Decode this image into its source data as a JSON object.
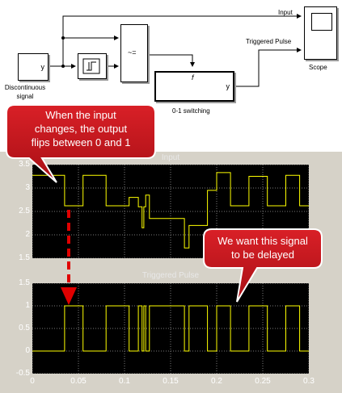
{
  "simulink": {
    "source_block": {
      "port": "y",
      "label": "Discontinuous signal"
    },
    "compare_block": {
      "symbol": "~="
    },
    "switch_block": {
      "trigger_symbol": "f",
      "port": "y",
      "label": "0-1 switching"
    },
    "scope_block": {
      "label": "Scope"
    },
    "signal_labels": {
      "input": "Input",
      "triggered": "Triggered Pulse"
    }
  },
  "callouts": {
    "top": {
      "line1": "When the input",
      "line2": "changes, the output",
      "line3": "flips between 0 and 1"
    },
    "bottom": {
      "line1": "We want this signal",
      "line2": "to be delayed"
    }
  },
  "colors": {
    "callout_fill": "#c2161c",
    "trace": "#ffff00",
    "scope_bg": "#000000",
    "arrow": "#e00000"
  },
  "chart_data": [
    {
      "type": "line",
      "title": "Input",
      "xlabel": "",
      "ylabel": "",
      "xlim": [
        0,
        0.3
      ],
      "ylim": [
        1.5,
        3.5
      ],
      "yticks": [
        "3.5",
        "3",
        "2.5",
        "2",
        "1.5"
      ],
      "yticks_values": [
        3.5,
        3,
        2.5,
        2,
        1.5
      ],
      "grid": true,
      "step_points": [
        [
          0,
          3.27
        ],
        [
          0.035,
          3.27
        ],
        [
          0.035,
          2.62
        ],
        [
          0.055,
          2.62
        ],
        [
          0.055,
          3.27
        ],
        [
          0.08,
          3.27
        ],
        [
          0.08,
          2.62
        ],
        [
          0.105,
          2.62
        ],
        [
          0.105,
          2.8
        ],
        [
          0.115,
          2.8
        ],
        [
          0.115,
          2.6
        ],
        [
          0.119,
          2.6
        ],
        [
          0.119,
          2.15
        ],
        [
          0.121,
          2.15
        ],
        [
          0.121,
          2.6
        ],
        [
          0.123,
          2.6
        ],
        [
          0.123,
          2.85
        ],
        [
          0.127,
          2.85
        ],
        [
          0.127,
          2.35
        ],
        [
          0.165,
          2.35
        ],
        [
          0.165,
          1.72
        ],
        [
          0.17,
          1.72
        ],
        [
          0.17,
          2.2
        ],
        [
          0.19,
          2.2
        ],
        [
          0.19,
          2.95
        ],
        [
          0.2,
          2.95
        ],
        [
          0.2,
          3.33
        ],
        [
          0.215,
          3.33
        ],
        [
          0.215,
          2.62
        ],
        [
          0.235,
          2.62
        ],
        [
          0.235,
          3.25
        ],
        [
          0.255,
          3.25
        ],
        [
          0.255,
          2.62
        ],
        [
          0.275,
          2.62
        ],
        [
          0.275,
          3.27
        ],
        [
          0.29,
          3.27
        ],
        [
          0.29,
          2.62
        ],
        [
          0.3,
          2.62
        ]
      ]
    },
    {
      "type": "line",
      "title": "Triggered Pulse",
      "xlabel": "",
      "ylabel": "",
      "xlim": [
        0,
        0.3
      ],
      "ylim": [
        -0.5,
        1.5
      ],
      "yticks": [
        "1.5",
        "1",
        "0.5",
        "0",
        "-0.5"
      ],
      "yticks_values": [
        1.5,
        1,
        0.5,
        0,
        -0.5
      ],
      "xticks": [
        "0",
        "0.05",
        "0.1",
        "0.15",
        "0.2",
        "0.25",
        "0.3"
      ],
      "xticks_values": [
        0,
        0.05,
        0.1,
        0.15,
        0.2,
        0.25,
        0.3
      ],
      "grid": true,
      "step_points": [
        [
          0,
          0
        ],
        [
          0.035,
          0
        ],
        [
          0.035,
          1
        ],
        [
          0.055,
          1
        ],
        [
          0.055,
          0
        ],
        [
          0.08,
          0
        ],
        [
          0.08,
          1
        ],
        [
          0.105,
          1
        ],
        [
          0.105,
          0
        ],
        [
          0.115,
          0
        ],
        [
          0.115,
          1
        ],
        [
          0.119,
          1
        ],
        [
          0.119,
          0
        ],
        [
          0.121,
          0
        ],
        [
          0.121,
          1
        ],
        [
          0.123,
          1
        ],
        [
          0.123,
          0
        ],
        [
          0.127,
          0
        ],
        [
          0.127,
          1
        ],
        [
          0.165,
          1
        ],
        [
          0.165,
          0
        ],
        [
          0.17,
          0
        ],
        [
          0.17,
          1
        ],
        [
          0.19,
          1
        ],
        [
          0.19,
          0
        ],
        [
          0.2,
          0
        ],
        [
          0.2,
          1
        ],
        [
          0.215,
          1
        ],
        [
          0.215,
          0
        ],
        [
          0.235,
          0
        ],
        [
          0.235,
          1
        ],
        [
          0.255,
          1
        ],
        [
          0.255,
          0
        ],
        [
          0.275,
          0
        ],
        [
          0.275,
          1
        ],
        [
          0.29,
          1
        ],
        [
          0.29,
          0
        ],
        [
          0.3,
          0
        ]
      ]
    }
  ]
}
